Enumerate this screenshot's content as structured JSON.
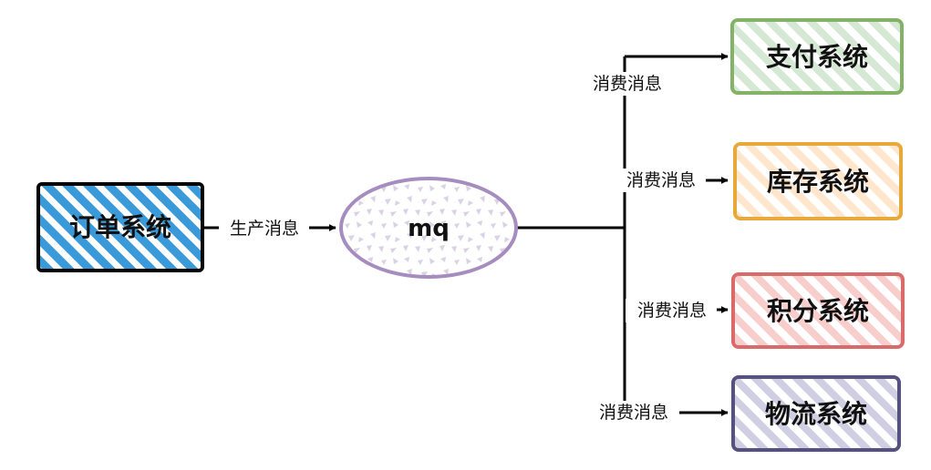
{
  "nodes": {
    "order": {
      "label": "订单系统",
      "color": "#3a9ad9"
    },
    "mq": {
      "label": "mq",
      "color": "#a68cbf"
    },
    "payment": {
      "label": "支付系统",
      "color": "#82b366"
    },
    "inventory": {
      "label": "库存系统",
      "color": "#e6a93a"
    },
    "points": {
      "label": "积分系统",
      "color": "#d96b6b"
    },
    "logistics": {
      "label": "物流系统",
      "color": "#56517e"
    }
  },
  "edges": {
    "produce": {
      "label": "生产消息"
    },
    "consume_payment": {
      "label": "消费消息"
    },
    "consume_inventory": {
      "label": "消费消息"
    },
    "consume_points": {
      "label": "消费消息"
    },
    "consume_logistics": {
      "label": "消费消息"
    }
  }
}
